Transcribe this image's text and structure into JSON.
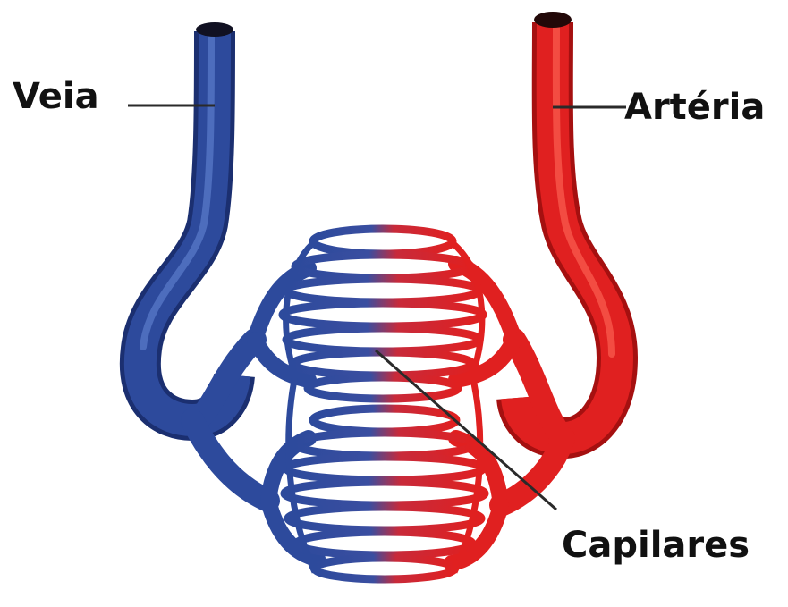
{
  "labels": {
    "vein": "Veia",
    "artery": "Artéria",
    "capillaries": "Capilares"
  },
  "colors": {
    "vein": "#2d4a9c",
    "vein_dark": "#1b2f70",
    "artery": "#e02020",
    "artery_dark": "#a51010",
    "pointer": "#2a2a2a",
    "background": "#ffffff"
  }
}
